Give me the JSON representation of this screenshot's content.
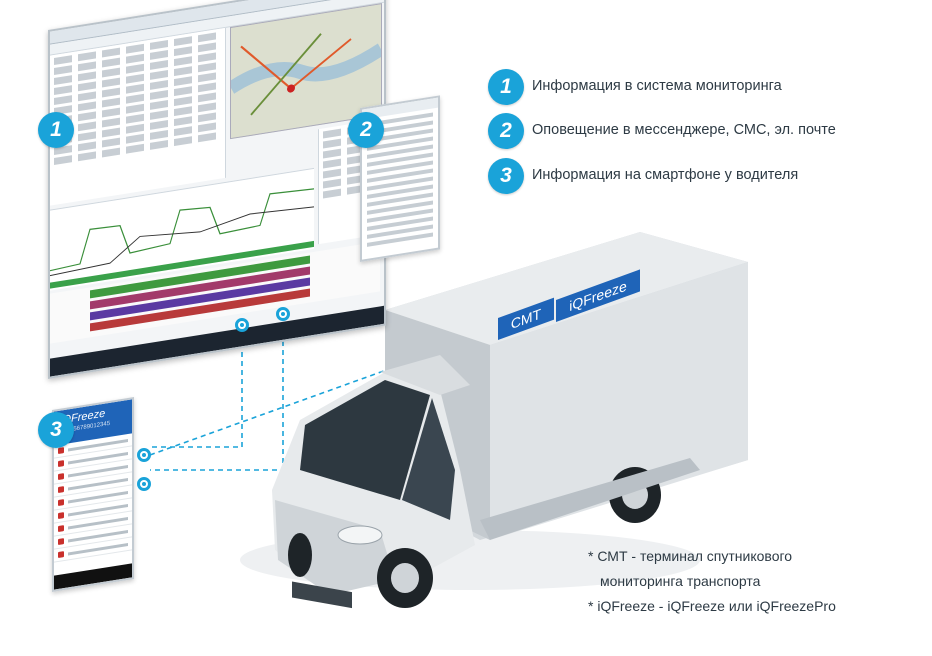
{
  "legend": {
    "items": [
      {
        "number": "1",
        "text": "Информация в система мониторинга"
      },
      {
        "number": "2",
        "text": "Оповещение в мессенджере, СМС, эл. почте"
      },
      {
        "number": "3",
        "text": "Информация на смартфоне у водителя"
      }
    ]
  },
  "badges": {
    "monitor": "1",
    "tablet": "2",
    "phone": "3"
  },
  "truck": {
    "label_smt": "СМТ",
    "label_iqfreeze": "iQFreeze"
  },
  "phone_screen": {
    "brand": "iQFreeze",
    "digits": "123456789012345"
  },
  "notes": {
    "line1": "* СМТ - терминал спутникового",
    "line2": "мониторинга транспорта",
    "line3": "* iQFreeze - iQFreeze или iQFreezePro"
  },
  "colors": {
    "accent": "#1aa3d9",
    "label_bg": "#1f64b8",
    "truck_body": "#dfe3e6",
    "dashed_line": "#1aa3d9"
  }
}
